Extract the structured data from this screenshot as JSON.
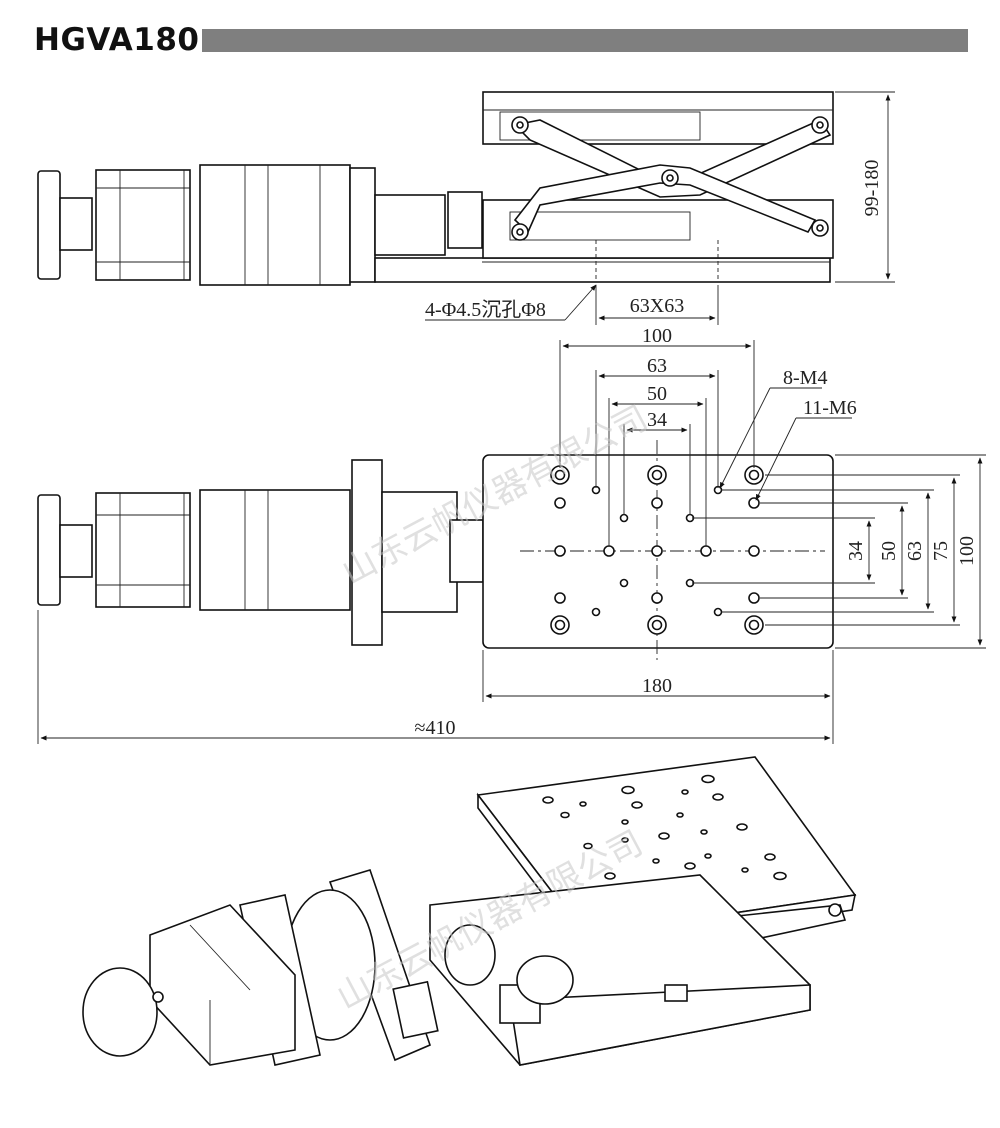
{
  "header": {
    "title": "HGVA180"
  },
  "side_view": {
    "height_range_label": "99-180",
    "hole_spec_label": "4-Φ4.5沉孔Φ8",
    "hole_pitch_label": "63X63"
  },
  "top_view": {
    "dim_100_top": "100",
    "dim_63_top": "63",
    "dim_50_top": "50",
    "dim_34_top": "34",
    "thread_small_label": "8-M4",
    "thread_large_label": "11-M6",
    "dim_34_right": "34",
    "dim_50_right": "50",
    "dim_63_right": "63",
    "dim_75_right": "75",
    "dim_100_right": "100",
    "dim_width": "180",
    "dim_overall": "≈410"
  },
  "watermark": {
    "text": "山东云帆仪器有限公司"
  },
  "colors": {
    "title_bar": "#7f7f7f",
    "line": "#111111"
  }
}
